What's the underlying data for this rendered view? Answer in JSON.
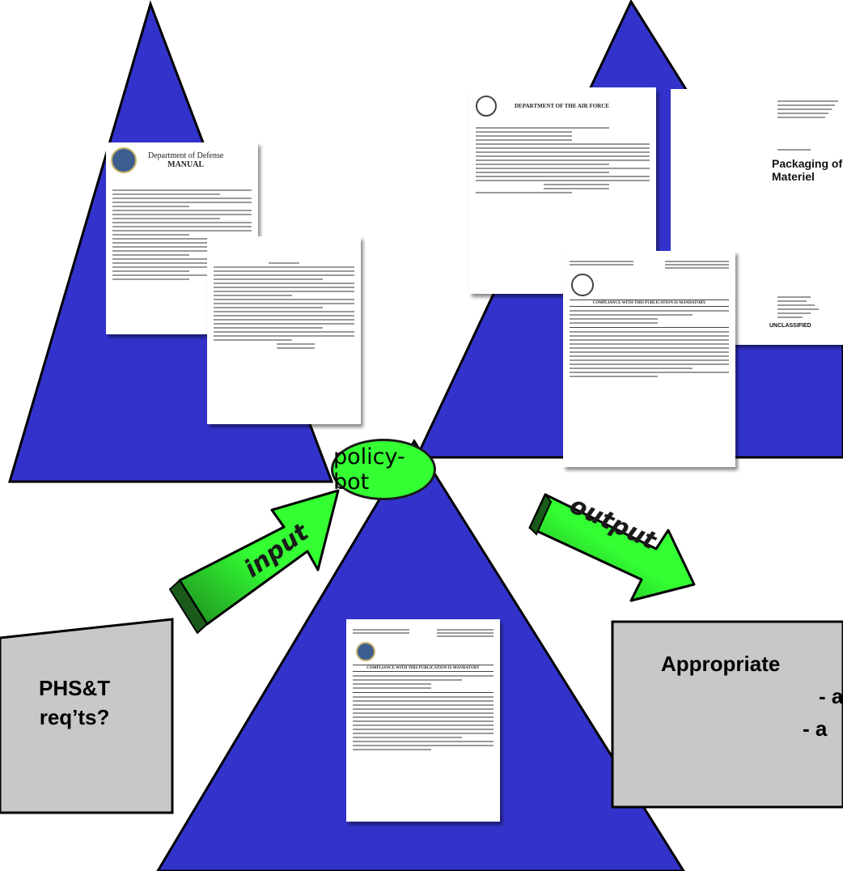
{
  "center_node": "policy-bot",
  "arrows": {
    "input": "input",
    "output": "output"
  },
  "left_box": {
    "line1": "PHS&T",
    "line2": "req’ts?"
  },
  "right_box": {
    "line1": "Appropriate",
    "line2": "- a",
    "line3": "- a"
  },
  "documents": {
    "dod_manual": {
      "org": "Department of Defense",
      "type": "MANUAL"
    },
    "af_memo": {
      "org": "DEPARTMENT OF THE AIR FORCE"
    },
    "army_reg": {
      "title_line1": "Packaging of",
      "title_line2": "Materiel",
      "footer": "UNCLASSIFIED"
    },
    "compliance_doc": {
      "banner": "COMPLIANCE WITH THIS PUBLICATION IS MANDATORY"
    },
    "afmc_doc": {
      "banner": "COMPLIANCE WITH THIS PUBLICATION IS MANDATORY"
    }
  },
  "colors": {
    "triangle_fill": "#3333cc",
    "triangle_stroke": "#000000",
    "arrow_green": "#33ff33",
    "arrow_dark": "#1f7a1f",
    "box_fill": "#c8c8c8",
    "node_fill": "#33ff33"
  }
}
